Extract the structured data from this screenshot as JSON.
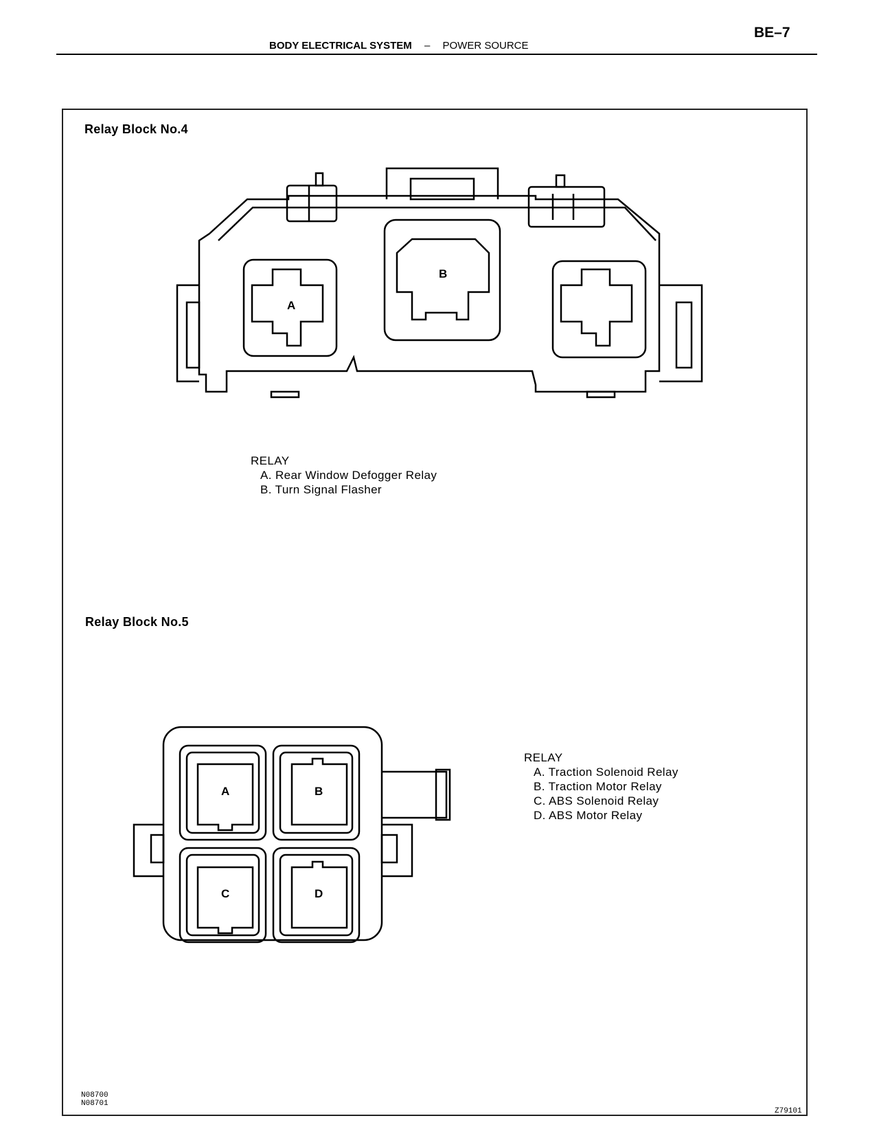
{
  "header": {
    "page_number": "BE–7",
    "section": "BODY ELECTRICAL SYSTEM",
    "separator": "–",
    "subsection": "POWER SOURCE"
  },
  "block4": {
    "title": "Relay Block No.4",
    "slot_labels": {
      "a": "A",
      "b": "B"
    },
    "legend_heading": "RELAY",
    "legend_items": [
      "A. Rear Window Defogger Relay",
      "B. Turn Signal Flasher"
    ]
  },
  "block5": {
    "title": "Relay Block No.5",
    "slot_labels": {
      "a": "A",
      "b": "B",
      "c": "C",
      "d": "D"
    },
    "legend_heading": "RELAY",
    "legend_items": [
      "A. Traction Solenoid Relay",
      "B. Traction Motor Relay",
      "C. ABS Solenoid Relay",
      "D. ABS Motor Relay"
    ]
  },
  "footer": {
    "codes": [
      "N08700",
      "N08701"
    ],
    "figure_code": "Z79101"
  }
}
